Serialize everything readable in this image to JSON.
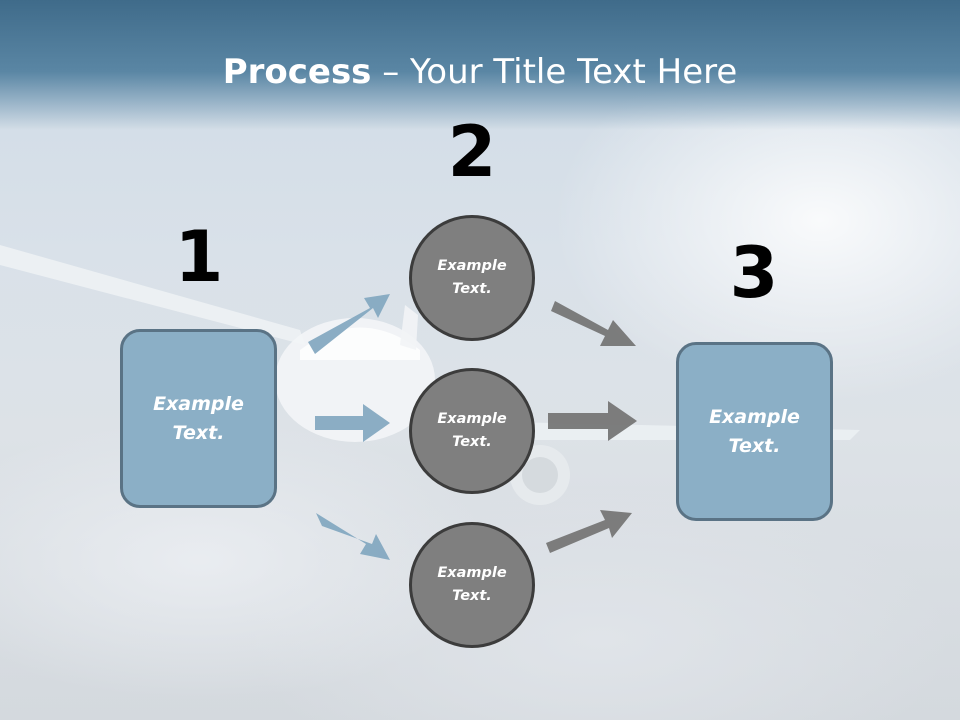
{
  "slide": {
    "title_bold": "Process",
    "title_rest": " – Your Title Text Here"
  },
  "steps": [
    {
      "number": "1",
      "text": "Example\nText."
    },
    {
      "number": "2",
      "items": [
        "Example\nText.",
        "Example\nText.",
        "Example\nText."
      ]
    },
    {
      "number": "3",
      "text": "Example\nText."
    }
  ],
  "colors": {
    "box_fill": "#8bafc6",
    "circle_fill": "#7f7f7f",
    "arrow_blue": "#85a9c1",
    "arrow_gray": "#767676",
    "header": "#4a7594"
  }
}
